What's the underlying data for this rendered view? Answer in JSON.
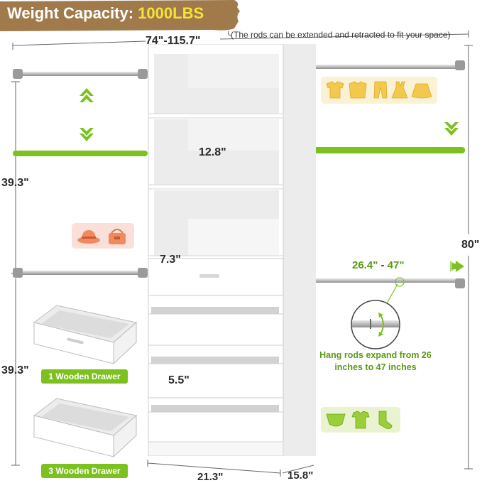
{
  "header": {
    "label": "Weight Capacity:",
    "value": "1000LBS"
  },
  "dimensions": {
    "rod_width": "74\"-115.7\"",
    "rod_note": "(The rods can be extended and retracted to fit your space)",
    "shelf_gap": "12.8\"",
    "top_drawer": "7.3\"",
    "lower_drawer": "5.5\"",
    "upper_rod_height": "39.3\"",
    "lower_rod_height": "39.3\"",
    "total_height": "80\"",
    "cabinet_width": "21.3\"",
    "cabinet_depth": "15.8\"",
    "rod_range": "26.4\"",
    "rod_range_dash": "-",
    "rod_range_max": "47\""
  },
  "captions": {
    "hang_rods": "Hang rods expand from 26 inches to 47 inches"
  },
  "drawer_labels": {
    "one": "1 Wooden Drawer",
    "three": "3 Wooden Drawer"
  },
  "icons": {
    "clothes": [
      "sweater-icon",
      "jacket-icon",
      "pants-icon",
      "dress-icon",
      "skirt-icon"
    ],
    "accessories": [
      "hat-icon",
      "handbag-icon"
    ],
    "baby": [
      "diaper-icon",
      "onesie-icon",
      "sock-icon"
    ]
  },
  "colors": {
    "banner": "#a07a4a",
    "highlight": "#f3e33a",
    "accent_green": "#7cc11f",
    "rod_silver": "#c8c8c8"
  }
}
